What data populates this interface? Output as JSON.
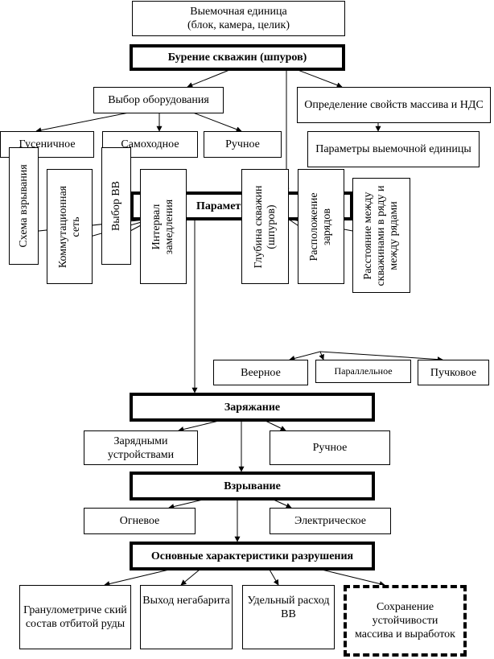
{
  "boxes": {
    "excavation_unit": "Выемочная единица\n(блок, камера, целик)",
    "drilling": "Бурение скважин (шпуров)",
    "equipment_choice": "Выбор оборудования",
    "massif_properties": "Определение свойств массива и НДС",
    "crawler": "Гусеничное",
    "self_propelled": "Самоходное",
    "manual": "Ручное",
    "unit_parameters": "Параметры выемочной единицы",
    "blast_params_partial": "Параметр",
    "fan": "Веерное",
    "parallel": "Параллельное",
    "bundle": "Пучковое",
    "charging": "Заряжание",
    "charging_devices": "Зарядными устройствами",
    "charging_manual": "Ручное",
    "blasting": "Взрывание",
    "fire": "Огневое",
    "electric": "Электрическое",
    "fracture_main": "Основные характеристики разрушения",
    "granulometric": "Гранулометриче ский состав отбитой руды",
    "oversize": "Выход негабарита",
    "specific_consumption": "Удельный расход ВВ",
    "stability": "Сохранение устойчивости массива и выработок"
  },
  "vertical_boxes": {
    "blast_scheme": "Схема взрывания",
    "switching_network": "Коммутационная\nсеть",
    "explosive_choice": "Выбор ВВ",
    "delay_interval": "Интервал\nзамедления",
    "hole_depth": "Глубина скважин\n(шпуров)",
    "charge_placement": "Расположение\nзарядов",
    "hole_spacing": "Расстояние между\nскважинами в ряду и\nмежду рядами"
  }
}
